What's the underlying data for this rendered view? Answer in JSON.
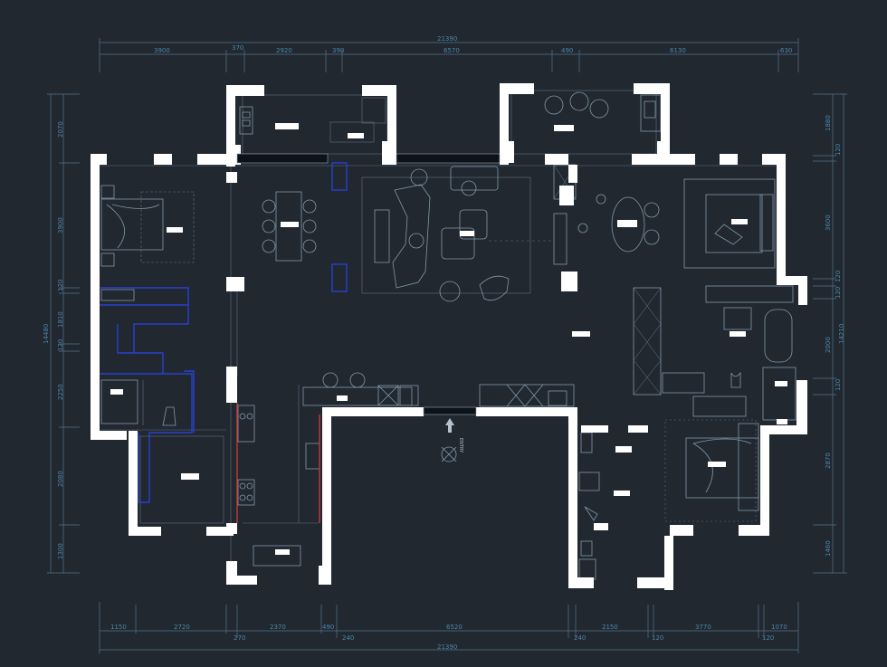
{
  "dimensions": {
    "top_total": "21390",
    "top": [
      "3900",
      "370",
      "2920",
      "390",
      "6570",
      "490",
      "6130",
      "630"
    ],
    "bottom_total": "21390",
    "bottom_upper": [
      "1150",
      "2720",
      "2370",
      "490",
      "6520",
      "2150",
      "3770",
      "1070"
    ],
    "bottom_lower": [
      "270",
      "240",
      "240",
      "120",
      "120"
    ],
    "left_total": "14480",
    "left": [
      "2070",
      "3900",
      "120",
      "1810",
      "120",
      "2250",
      "2080",
      "1300"
    ],
    "right_total": "14210",
    "right": [
      "1880",
      "120",
      "3600",
      "120",
      "120",
      "2000",
      "120",
      "2870",
      "1460"
    ]
  },
  "labels": {
    "entrance": "ENTRY"
  },
  "colors": {
    "background": "#212830",
    "wall": "#ffffff",
    "furniture": "#8298a8",
    "dimension": "#4a87a8",
    "highlight": "#2a3fd1"
  }
}
